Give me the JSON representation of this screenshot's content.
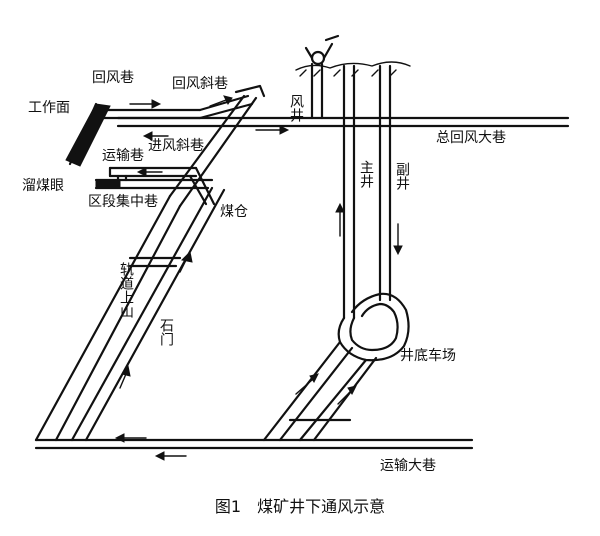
{
  "labels": {
    "return_airway": "回风巷",
    "return_incline": "回风斜巷",
    "working_face": "工作面",
    "intake_incline": "进风斜巷",
    "transport_airway": "运输巷",
    "coal_chute": "溜煤眼",
    "district_main_airway": "区段集中巷",
    "coal_bunker": "煤仓",
    "main_return_airway": "总回风大巷",
    "air_shaft": "风井",
    "main_shaft": "主井",
    "auxiliary_shaft": "副井",
    "track_uphill": "轨道上山",
    "crosscut": "石门",
    "shaft_bottom_yard": "井底车场",
    "main_haulage_airway": "运输大巷"
  },
  "caption": "图1　煤矿井下通风示意"
}
